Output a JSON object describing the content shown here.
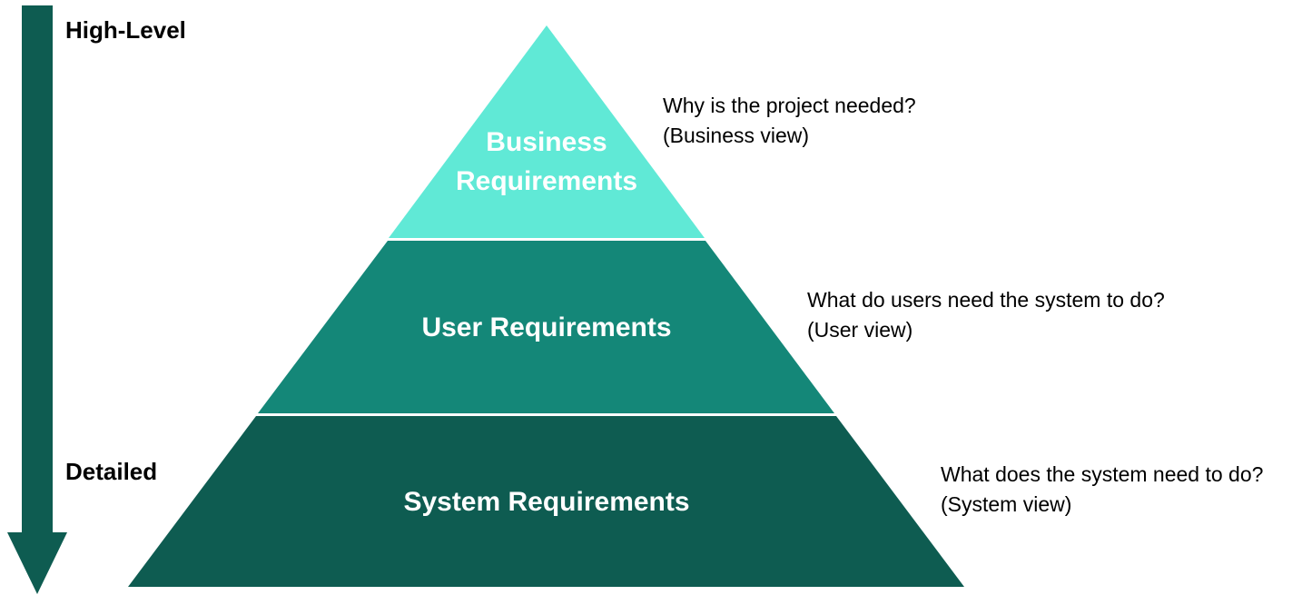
{
  "scale": {
    "top_label": "High-Level",
    "bottom_label": "Detailed",
    "arrow_color": "#0e5c51"
  },
  "pyramid": {
    "tiers": [
      {
        "label_lines": [
          "Business",
          "Requirements"
        ],
        "color": "#60e9d6",
        "note_lines": [
          "Why is the project needed?",
          "(Business view)"
        ]
      },
      {
        "label_lines": [
          "User Requirements"
        ],
        "color": "#148778",
        "note_lines": [
          "What do users need the system to do?",
          "(User view)"
        ]
      },
      {
        "label_lines": [
          "System Requirements"
        ],
        "color": "#0e5c51",
        "note_lines": [
          "What does the system need to do?",
          "(System view)"
        ]
      }
    ]
  }
}
